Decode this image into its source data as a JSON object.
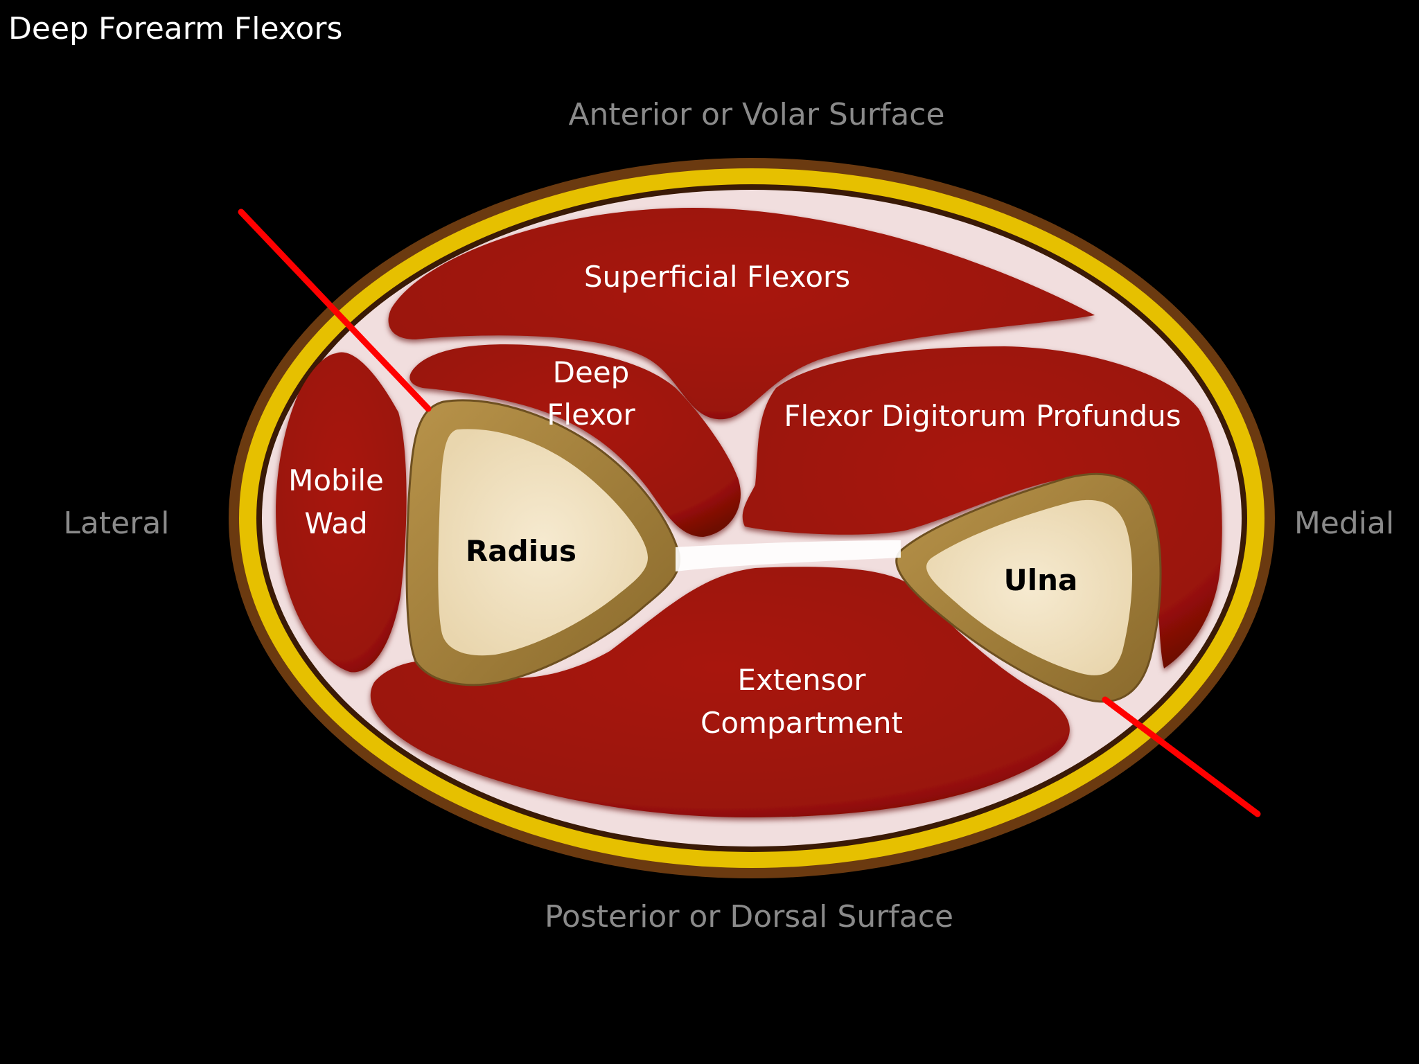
{
  "title": "Deep Forearm Flexors",
  "orientation": {
    "anterior": "Anterior or Volar Surface",
    "posterior": "Posterior or Dorsal Surface",
    "lateral": "Lateral",
    "medial": "Medial"
  },
  "structures": {
    "superficial_flexors": "Superficial Flexors",
    "deep_flexor_line1": "Deep",
    "deep_flexor_line2": "Flexor",
    "fdp": "Flexor Digitorum Profundus",
    "mobile_wad_line1": "Mobile",
    "mobile_wad_line2": "Wad",
    "radius": "Radius",
    "ulna": "Ulna",
    "extensor_line1": "Extensor",
    "extensor_line2": "Compartment"
  },
  "colors": {
    "background": "#000000",
    "skin_outer": "#6b3a10",
    "fat_layer": "#e6c000",
    "fascia": "#f1dede",
    "muscle": "#a01408",
    "bone_cortex": "#a6813c",
    "bone_marrow": "#f2e4c4",
    "indicator_line": "#ff0000"
  }
}
